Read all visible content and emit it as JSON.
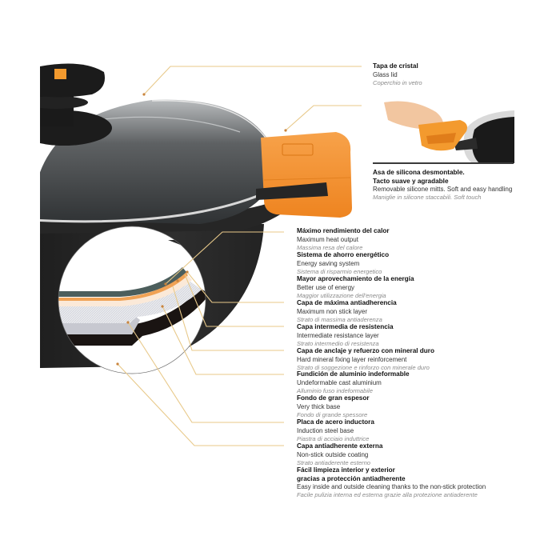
{
  "figure": {
    "subject": "Cooking pot with glass lid and removable silicone handle — layer cutaway",
    "colors": {
      "accent_orange": "#f28c28",
      "leader_line": "#e8c98a",
      "pot_body": "#2b2b2b",
      "background": "#ffffff"
    }
  },
  "callouts": {
    "glass_lid": {
      "es": "Tapa de cristal",
      "en": "Glass lid",
      "it": "Coperchio in vetro"
    },
    "silicone_handle": {
      "es": "Asa de silicona desmontable.",
      "es2": "Tacto suave y agradable",
      "en": "Removable silicone mitts. Soft and easy handling",
      "it": "Maniglie in silicone staccabili. Soft touch"
    },
    "layers": [
      {
        "es": "Máximo rendimiento del calor",
        "en": "Maximum heat output",
        "it": "Massima resa del calore"
      },
      {
        "es": "Sistema de ahorro energético",
        "en": "Energy saving system",
        "it": "Sistema di risparmio energetico"
      },
      {
        "es": "Mayor aprovechamiento de la energía",
        "en": "Better use of energy",
        "it": "Maggior utilizzazione dell'energia"
      },
      {
        "es": "Capa de máxima antiadherencia",
        "en": "Maximum non stick layer",
        "it": "Strato di massima antiaderenza"
      },
      {
        "es": "Capa intermedia de resistencia",
        "en": "Intermediate resistance layer",
        "it": "Strato intermedio di resistenza"
      },
      {
        "es": "Capa de anclaje y refuerzo con mineral duro",
        "en": "Hard mineral fixing layer reinforcement",
        "it": "Strato di soggezione e rinforzo con minerale duro"
      },
      {
        "es": "Fundición de aluminio indeformable",
        "en": "Undeformable cast aluminium",
        "it": "Alluminio fuso indeformabile"
      },
      {
        "es": "Fondo de gran espesor",
        "en": "Very thick base",
        "it": "Fondo di grande spessore"
      },
      {
        "es": "Placa de acero inductora",
        "en": "Induction steel base",
        "it": "Piastra di acciaio induttrice"
      },
      {
        "es": "Capa antiadherente externa",
        "en": "Non-stick outside coating",
        "it": "Strato antiaderente esterno"
      }
    ],
    "easy_clean": {
      "es": "Fácil limpieza interior y exterior",
      "es2": "gracias a protección antiadherente",
      "en": "Easy inside and outside cleaning thanks to the non-stick protection",
      "it": "Facile pulizia interna ed esterna grazie alla protezione antiaderente"
    }
  }
}
